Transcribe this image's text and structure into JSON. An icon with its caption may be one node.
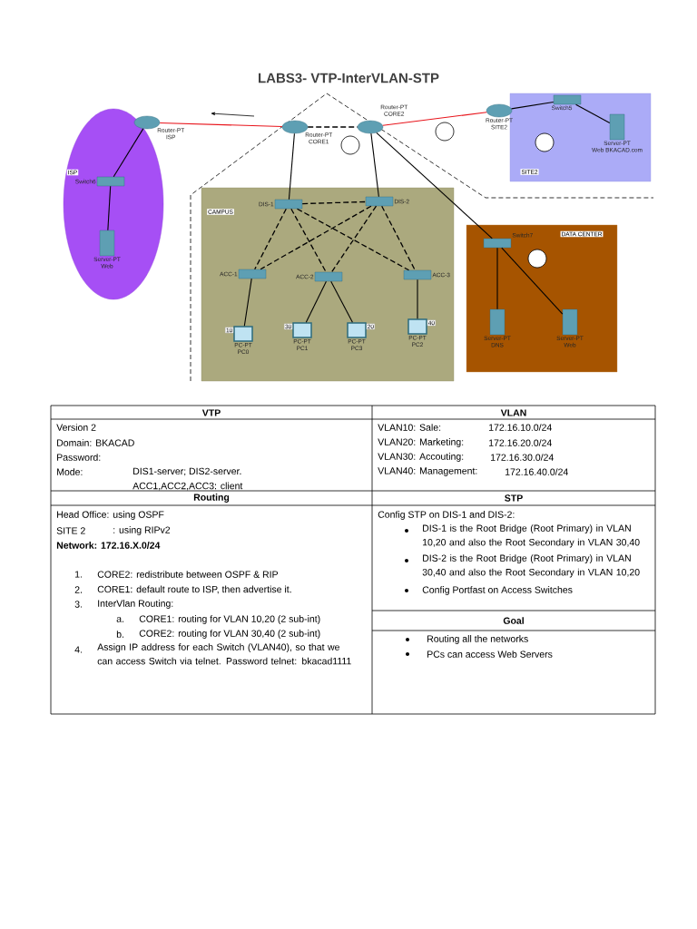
{
  "diagram": {
    "title": "LABS3- VTP-InterVLAN-STP",
    "nodes": [
      {
        "text": [
          "ISP"
        ]
      },
      {
        "text": [
          "SITE2"
        ]
      },
      {
        "text": [
          "CAMPUS"
        ]
      },
      {
        "text": [
          "DATA CENTER"
        ]
      },
      {
        "text": [
          "Router-PT",
          "ISP"
        ]
      },
      {
        "text": [
          "Switch6"
        ],
        "in": 0
      },
      {
        "text": [
          "Server-PT",
          "Web"
        ],
        "in": 0
      },
      {
        "text": [
          "Router-PT",
          "CORE1"
        ]
      },
      {
        "text": [
          "Router-PT",
          "CORE2"
        ]
      },
      {
        "text": [
          "Router-PT",
          "SITE2"
        ]
      },
      {
        "text": [
          "Switch5"
        ],
        "in": 1
      },
      {
        "text": [
          "Server-PT",
          "Web BKACAD.com"
        ],
        "in": 1
      },
      {
        "text": [
          "DIS-1"
        ],
        "in": 2
      },
      {
        "text": [
          "DIS-2"
        ],
        "in": 2
      },
      {
        "text": [
          "ACC-1"
        ],
        "in": 2
      },
      {
        "text": [
          "ACC-2"
        ],
        "in": 2
      },
      {
        "text": [
          "ACC-3"
        ],
        "in": 2
      },
      {
        "text": [
          "PC-PT",
          "PC0"
        ],
        "beside": [
          "10"
        ],
        "in": 2
      },
      {
        "text": [
          "PC-PT",
          "PC1"
        ],
        "beside": [
          "30"
        ],
        "in": 2
      },
      {
        "text": [
          "PC-PT",
          "PC3"
        ],
        "beside": [
          "20"
        ],
        "in": 2
      },
      {
        "text": [
          "PC-PT",
          "PC2"
        ],
        "beside": [
          "40"
        ],
        "in": 2
      },
      {
        "text": [
          "Switch7"
        ],
        "in": 3
      },
      {
        "text": [
          "Server-PT",
          "DNS"
        ],
        "in": 3
      },
      {
        "text": [
          "Server-PT",
          "Web"
        ],
        "in": 3
      }
    ],
    "edges": [
      {
        "from": 4,
        "to": 7,
        "arrow": "none",
        "color": "#e8141b"
      },
      {
        "from": 7,
        "to": 8,
        "arrow": "none",
        "style": "dashed"
      },
      {
        "from": 8,
        "to": 9,
        "arrow": "none",
        "color": "#e8141b"
      },
      {
        "from": 9,
        "to": 10,
        "arrow": "none"
      },
      {
        "from": 10,
        "to": 11,
        "arrow": "none"
      },
      {
        "from": 4,
        "to": 5,
        "arrow": "none"
      },
      {
        "from": 5,
        "to": 6,
        "arrow": "none"
      },
      {
        "from": 7,
        "to": 12,
        "arrow": "none"
      },
      {
        "from": 8,
        "to": 13,
        "arrow": "none"
      },
      {
        "from": 8,
        "to": 21,
        "arrow": "none"
      },
      {
        "from": 12,
        "to": 13,
        "arrow": "none",
        "style": "dashed"
      },
      {
        "from": 12,
        "to": 14,
        "arrow": "none",
        "style": "dashed"
      },
      {
        "from": 12,
        "to": 15,
        "arrow": "none",
        "style": "dashed"
      },
      {
        "from": 12,
        "to": 16,
        "arrow": "none",
        "style": "dashed"
      },
      {
        "from": 13,
        "to": 14,
        "arrow": "none",
        "style": "dashed"
      },
      {
        "from": 13,
        "to": 15,
        "arrow": "none",
        "style": "dashed"
      },
      {
        "from": 13,
        "to": 16,
        "arrow": "none",
        "style": "dashed"
      },
      {
        "from": 14,
        "to": 17,
        "arrow": "none"
      },
      {
        "from": 15,
        "to": 18,
        "arrow": "none"
      },
      {
        "from": 15,
        "to": 19,
        "arrow": "none"
      },
      {
        "from": 16,
        "to": 20,
        "arrow": "none"
      },
      {
        "from": 21,
        "to": 22,
        "arrow": "none"
      },
      {
        "from": 21,
        "to": 23,
        "arrow": "none"
      }
    ],
    "labels": [
      "VTP",
      "VLAN",
      "Version 2",
      "Domain: BKACAD",
      "Password:",
      "Mode:",
      "DIS1-server;  DIS2-server.",
      "ACC1,ACC2,ACC3: client",
      "VLAN10: Sale:",
      "172.16.10.0/24",
      "VLAN20: Marketing:",
      "172.16.20.0/24",
      "VLAN30: Accouting:",
      "172.16.30.0/24",
      "VLAN40:  Management:",
      "172.16.40.0/24",
      "Routing",
      "STP",
      "Head Office: using OSPF",
      "SITE 2",
      ": using RIPv2",
      "Network: 172.16.X.0/24",
      "1.",
      "CORE2: redistribute between OSPF & RIP",
      "2.",
      "CORE1: default route to ISP, then advertise it.",
      "3.",
      "InterVlan Routing:",
      "a.",
      "CORE1: routing for VLAN 10,20 (2 sub-int)",
      "b.",
      "CORE2: routing for VLAN 30,40 (2 sub-int)",
      "4.",
      "Assign IP address for each Switch (VLAN40), so that we can access Switch via telnet. Password telnet: bkacad1111",
      "Config STP on DIS-1 and DIS-2:",
      "DIS-1 is the Root Bridge (Root Primary) in VLAN 10,20 and also the Root Secondary in VLAN 30,40",
      "DIS-2 is the Root Bridge (Root Primary) in VLAN 30,40 and also the Root Secondary in VLAN 10,20",
      "Config Portfast on Access Switches",
      "Goal",
      "Routing all the networks",
      "PCs can access Web Servers"
    ]
  }
}
